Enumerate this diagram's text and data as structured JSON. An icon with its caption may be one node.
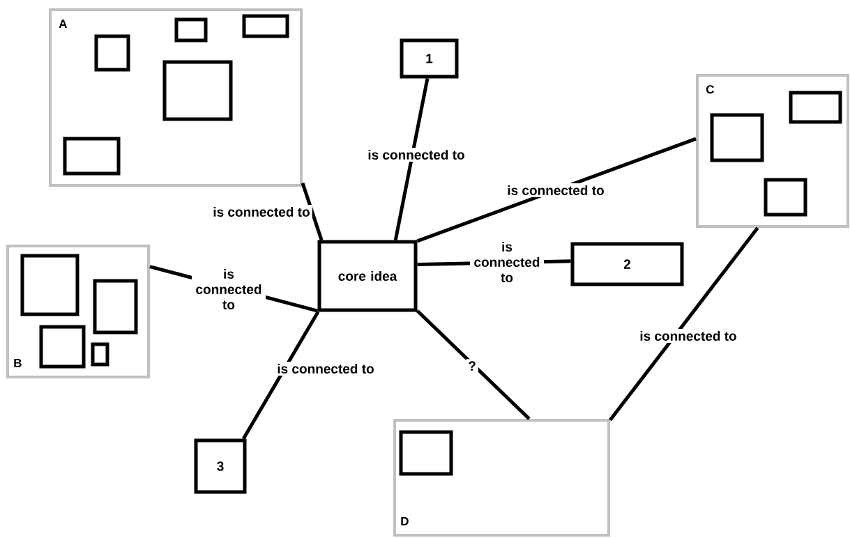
{
  "diagram": {
    "nodes": [
      {
        "text": [
          "core idea"
        ]
      },
      {
        "text": [
          "A"
        ]
      },
      {
        "text": [],
        "shape": "box",
        "in": 1
      },
      {
        "text": [],
        "shape": "box",
        "in": 1
      },
      {
        "text": [],
        "shape": "box",
        "in": 1
      },
      {
        "text": [],
        "shape": "box",
        "in": 1
      },
      {
        "text": [],
        "shape": "box",
        "in": 1
      },
      {
        "text": [
          "1"
        ]
      },
      {
        "text": [
          "C"
        ]
      },
      {
        "text": [],
        "shape": "box",
        "in": 8
      },
      {
        "text": [],
        "shape": "box",
        "in": 8
      },
      {
        "text": [],
        "shape": "box",
        "in": 8
      },
      {
        "text": [
          "B"
        ]
      },
      {
        "text": [],
        "shape": "box",
        "in": 12
      },
      {
        "text": [],
        "shape": "box",
        "in": 12
      },
      {
        "text": [],
        "shape": "box",
        "in": 12
      },
      {
        "text": [],
        "shape": "box",
        "in": 12
      },
      {
        "text": [
          "2"
        ]
      },
      {
        "text": [
          "3"
        ]
      },
      {
        "text": [
          "D"
        ]
      },
      {
        "text": [],
        "shape": "box",
        "in": 19
      }
    ],
    "edges": [
      {
        "from": 1,
        "to": 0,
        "arrow": "none",
        "label": "is connected to"
      },
      {
        "from": 7,
        "to": 0,
        "arrow": "none",
        "label": "is connected to"
      },
      {
        "from": 8,
        "to": 0,
        "arrow": "none",
        "label": "is connected to"
      },
      {
        "from": 12,
        "to": 0,
        "arrow": "none",
        "label": "is connected to"
      },
      {
        "from": 0,
        "to": 17,
        "arrow": "none",
        "label": "is connected to"
      },
      {
        "from": 0,
        "to": 18,
        "arrow": "none",
        "label": "is connected to"
      },
      {
        "from": 0,
        "to": 19,
        "arrow": "none",
        "label": "?"
      },
      {
        "from": 8,
        "to": 19,
        "arrow": "none",
        "label": "is connected to"
      }
    ]
  }
}
